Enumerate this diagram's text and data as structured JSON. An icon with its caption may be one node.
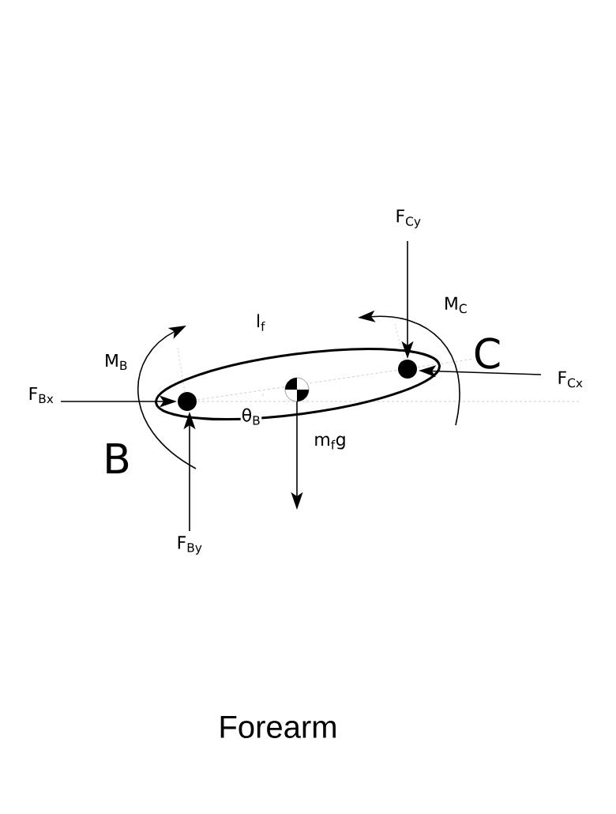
{
  "diagram": {
    "caption": "Forearm",
    "labels": [
      "F$_{Cy}$",
      "M$_{C}$",
      "l$_{f}$",
      "M$_{B}$",
      "C",
      "F$_{Bx}$",
      "F$_{Cx}$",
      "θ$_{B}$",
      "B",
      "m$_{f}$g",
      "F$_{By}$"
    ]
  }
}
